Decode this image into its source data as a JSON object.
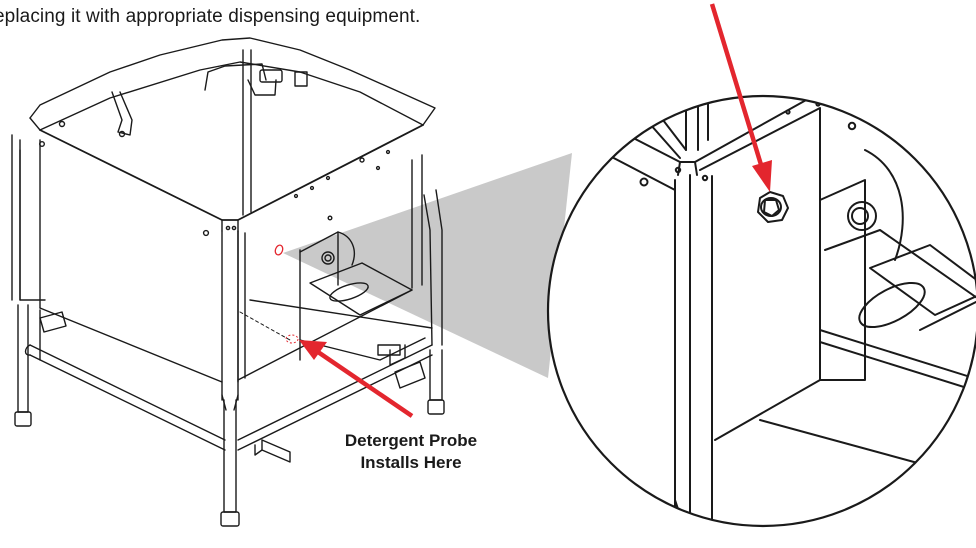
{
  "intro_text": "eplacing it with appropriate dispensing equipment.",
  "callout": {
    "line1": "Detergent Probe",
    "line2": "Installs Here"
  },
  "colors": {
    "arrow": "#e3262e",
    "line_art": "#1a1a1a",
    "zoom_cone": "#c8c8c8",
    "background": "#ffffff"
  },
  "icons": {
    "probe_marker": "dashed-circle",
    "zoom_callout": "magnifier-circle"
  }
}
